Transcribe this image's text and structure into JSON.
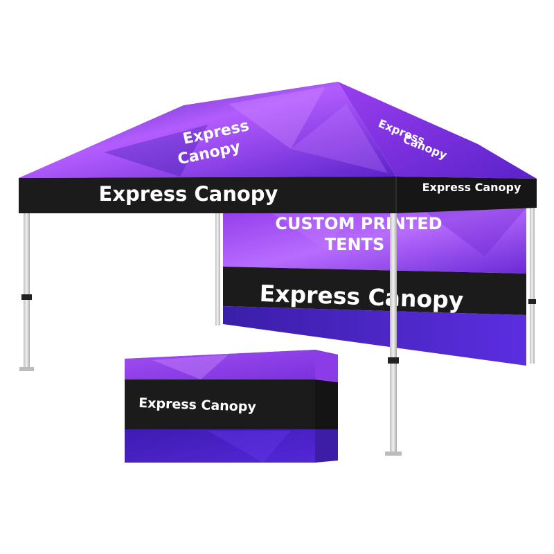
{
  "colors": {
    "background": "#ffffff",
    "purple_light": "#b35cff",
    "purple_mid": "#8a2be2",
    "purple_dark": "#4a1fb8",
    "valance": "#1b1b1b",
    "pole": "#dedede",
    "text": "#ffffff"
  },
  "canopy": {
    "roof_front_label_line1": "Express",
    "roof_front_label_line2": "Canopy",
    "roof_side_label_line1": "Express",
    "roof_side_label_line2": "Canopy",
    "valance_front_label": "Express Canopy",
    "valance_side_label": "Express Canopy"
  },
  "back_wall": {
    "headline_line1": "CUSTOM PRINTED",
    "headline_line2": "TENTS",
    "band_label": "Express Canopy"
  },
  "table_cover": {
    "band_label": "Express Canopy"
  }
}
